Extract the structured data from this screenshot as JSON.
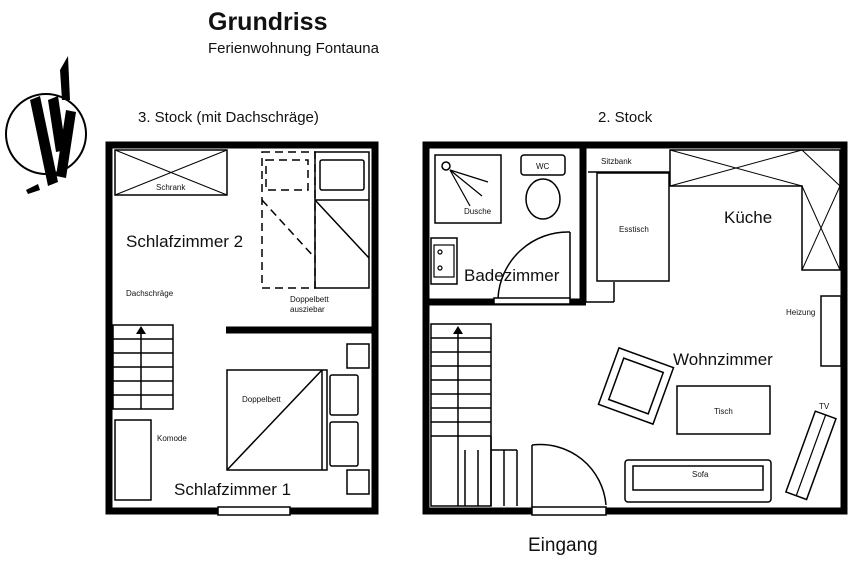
{
  "header": {
    "title": "Grundriss",
    "subtitle": "Ferienwohnung Fontauna"
  },
  "floors": {
    "upper": "3. Stock (mit Dachschräge)",
    "lower": "2. Stock"
  },
  "rooms_upper": {
    "schlafzimmer2": "Schlafzimmer 2",
    "schlafzimmer1": "Schlafzimmer 1",
    "schrank": "Schrank",
    "dachschraege": "Dachschräge",
    "doppelbett_ausziehbar_1": "Doppelbett",
    "doppelbett_ausziehbar_2": "ausziebar",
    "doppelbett": "Doppelbett",
    "komode": "Komode"
  },
  "rooms_lower": {
    "badezimmer": "Badezimmer",
    "dusche": "Dusche",
    "wc": "WC",
    "sitzbank": "Sitzbank",
    "esstisch": "Esstisch",
    "kueche": "Küche",
    "heizung": "Heizung",
    "wohnzimmer": "Wohnzimmer",
    "tisch": "Tisch",
    "tv": "TV",
    "sofa": "Sofa"
  },
  "entrance": "Eingang",
  "icons": {
    "compass": "north-arrow-icon"
  },
  "colors": {
    "wall": "#000000",
    "background": "#ffffff"
  }
}
